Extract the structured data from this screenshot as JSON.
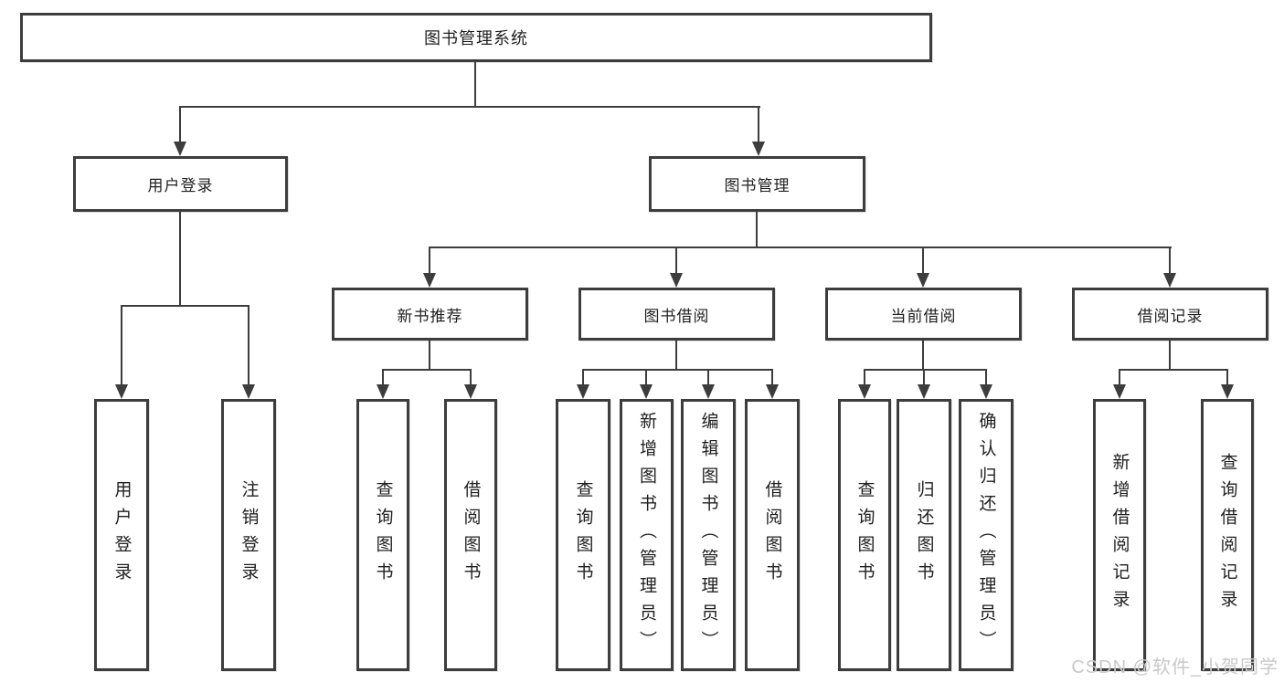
{
  "tree": {
    "root": {
      "label": "图书管理系统",
      "children": [
        {
          "label": "用户登录",
          "children": [
            {
              "label": "用户登录"
            },
            {
              "label": "注销登录"
            }
          ]
        },
        {
          "label": "图书管理",
          "children": [
            {
              "label": "新书推荐",
              "children": [
                {
                  "label": "查询图书"
                },
                {
                  "label": "借阅图书"
                }
              ]
            },
            {
              "label": "图书借阅",
              "children": [
                {
                  "label": "查询图书"
                },
                {
                  "label": "新增图书（管理员）"
                },
                {
                  "label": "编辑图书（管理员）"
                },
                {
                  "label": "借阅图书"
                }
              ]
            },
            {
              "label": "当前借阅",
              "children": [
                {
                  "label": "查询图书"
                },
                {
                  "label": "归还图书"
                },
                {
                  "label": "确认归还（管理员）"
                }
              ]
            },
            {
              "label": "借阅记录",
              "children": [
                {
                  "label": "新增借阅记录"
                },
                {
                  "label": "查询借阅记录"
                }
              ]
            }
          ]
        }
      ]
    }
  },
  "watermark": {
    "text": "CSDN @软件_小贺同学"
  },
  "colors": {
    "line": "#3d3d3d",
    "text": "#1f1f1f",
    "background": "#ffffff",
    "watermark": "#c9c9c9"
  }
}
